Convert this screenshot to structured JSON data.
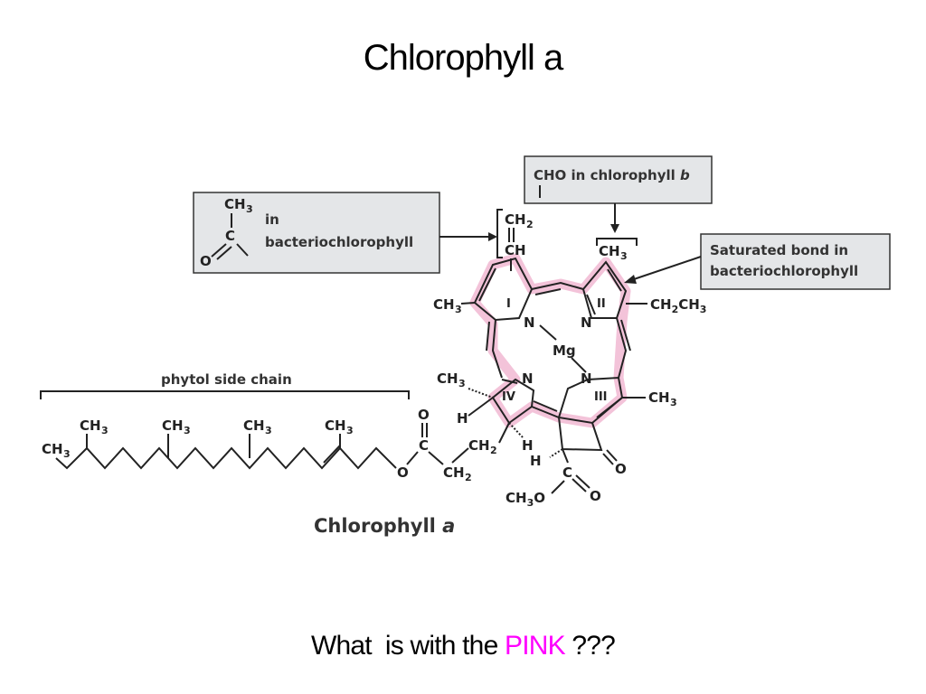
{
  "title": "Chlorophyll a",
  "footer": {
    "prefix": "What  is with the ",
    "highlight": "PINK",
    "suffix": " ???"
  },
  "colors": {
    "highlight_text": "#ff00ff",
    "ring_highlight": "#f3c3d9",
    "box_fill": "#e4e6e8"
  },
  "diagram": {
    "box_bacterio": {
      "in": "in",
      "label": "bacteriochlorophyll",
      "ch3": "CH",
      "sub3": "3",
      "c": "C",
      "o": "O"
    },
    "box_cho": {
      "text_a": "CHO in chlorophyll ",
      "text_b": "b"
    },
    "box_saturated": {
      "line1": "Saturated  bond in",
      "line2": "bacteriochlorophyll"
    },
    "vinyl": {
      "ch2": "CH",
      "sub2": "2",
      "ch": "CH"
    },
    "ring_labels": {
      "I": "I",
      "II": "II",
      "III": "III",
      "IV": "IV"
    },
    "atoms": {
      "n": "N",
      "mg": "Mg",
      "h": "H",
      "o": "O",
      "c": "C"
    },
    "groups": {
      "ch3": "CH",
      "sub3": "3",
      "ethyl_a": "CH",
      "ethyl_sub": "2",
      "ethyl_b": "CH",
      "ch2": "CH",
      "sub2": "2",
      "methoxy": "CH",
      "methoxy_o": "O"
    },
    "phytol_label": "phytol side chain",
    "caption": {
      "text": "Chlorophyll ",
      "italic": "a"
    }
  }
}
